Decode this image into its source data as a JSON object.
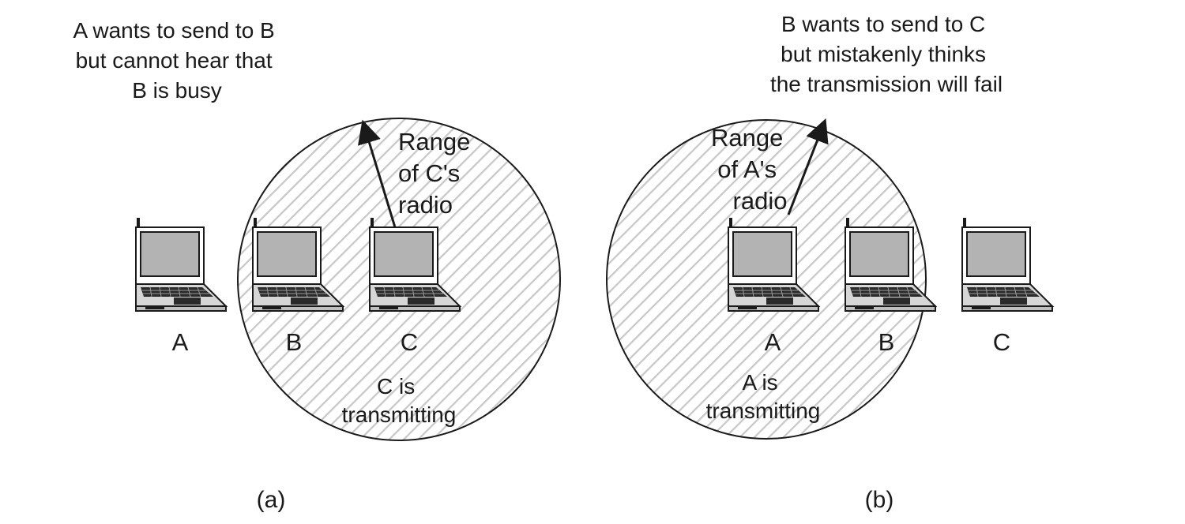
{
  "panel_a": {
    "caption_lines": [
      "A wants to send to B",
      "but cannot hear that",
      "B is busy"
    ],
    "range_lines": [
      "Range",
      "of C's",
      "radio"
    ],
    "status_lines": [
      "C is",
      "transmitting"
    ],
    "nodes": [
      "A",
      "B",
      "C"
    ],
    "panel_label": "(a)"
  },
  "panel_b": {
    "caption_lines": [
      "B wants to send to C",
      "but mistakenly thinks",
      "the transmission will fail"
    ],
    "range_lines": [
      "Range",
      "of A's",
      "radio"
    ],
    "status_lines": [
      "A is",
      "transmitting"
    ],
    "nodes": [
      "A",
      "B",
      "C"
    ],
    "panel_label": "(b)"
  },
  "colors": {
    "hatch": "#c8c8c8",
    "screen": "#b3b3b3",
    "outline": "#1a1a1a",
    "base": "#d6d6d6"
  },
  "icons": {
    "node": "laptop-icon",
    "range": "range-arrow-icon"
  }
}
